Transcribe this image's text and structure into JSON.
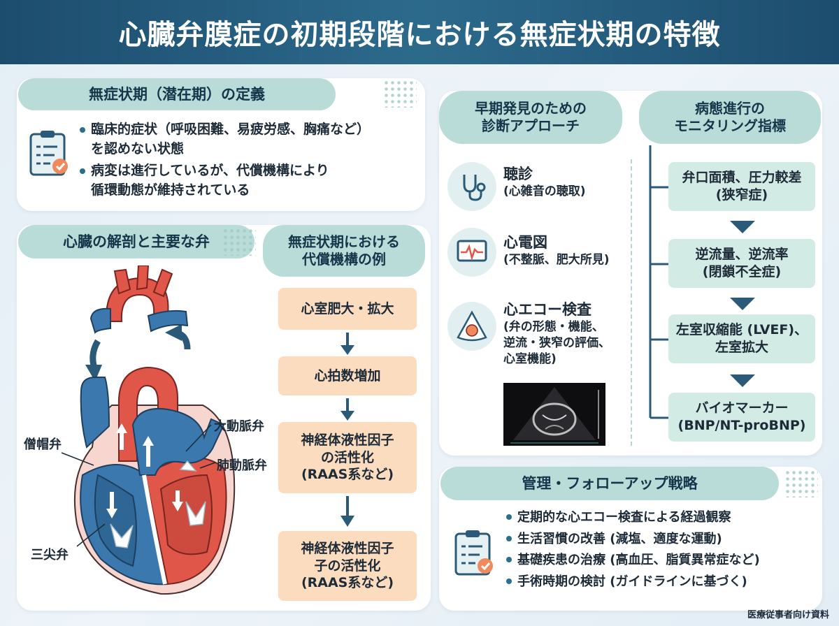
{
  "title": "心臓弁膜症の初期段階における無症状期の特徴",
  "definition": {
    "heading": "無症状期（潜在期）の定義",
    "icon": "clipboard-check-icon",
    "bullets": [
      {
        "line1": "臨床的症状（呼吸困難、易疲労感、胸痛など）",
        "line2": "を認めない状態"
      },
      {
        "line1": "病変は進行しているが、代償機構により",
        "line2": "循環動態が維持されている"
      }
    ]
  },
  "anatomy": {
    "heading": "心臓の解剖と主要な弁",
    "labels": {
      "mitral": "僧帽弁",
      "aortic": "大動脈弁",
      "pulmonary": "肺動脈弁",
      "tricuspid": "三尖弁"
    }
  },
  "compensation": {
    "heading_line1": "無症状期における",
    "heading_line2": "代償機構の例",
    "steps": [
      {
        "lines": [
          "心室肥大・拡大"
        ]
      },
      {
        "lines": [
          "心拍数増加"
        ]
      },
      {
        "lines": [
          "神経体液性因子",
          "の活性化",
          "(RAAS系など)"
        ]
      },
      {
        "lines": [
          "神経体液性因子",
          "子の活性化",
          "(RAAS系など)"
        ]
      }
    ]
  },
  "diagnosis": {
    "heading_line1": "早期発見のための",
    "heading_line2": "診断アプローチ",
    "items": [
      {
        "icon": "stethoscope-icon",
        "title": "聴診",
        "sub": [
          "(心雑音の聴取)"
        ]
      },
      {
        "icon": "ecg-monitor-icon",
        "title": "心電図",
        "sub": [
          "(不整脈、肥大所見)"
        ]
      },
      {
        "icon": "echo-probe-icon",
        "title": "心エコー検査",
        "sub": [
          "(弁の形態・機能、",
          "逆流・狭窄の評価、",
          "心室機能)"
        ]
      }
    ]
  },
  "monitoring": {
    "heading_line1": "病態進行の",
    "heading_line2": "モニタリング指標",
    "items": [
      {
        "lines": [
          "弁口面積、圧力較差",
          "(狭窄症)"
        ]
      },
      {
        "lines": [
          "逆流量、逆流率",
          "(閉鎖不全症)"
        ]
      },
      {
        "lines": [
          "左室収縮能 (LVEF)、",
          "左室拡大"
        ]
      },
      {
        "lines": [
          "バイオマーカー",
          "(BNP/NT-proBNP)"
        ]
      }
    ]
  },
  "management": {
    "heading": "管理・フォローアップ戦略",
    "icon": "clipboard-check-icon",
    "bullets": [
      "定期的な心エコー検査による経過観察",
      "生活習慣の改善 (減塩、適度な運動)",
      "基礎疾患の治療 (高血圧、脂質異常症など)",
      "手術時期の検討 (ガイドラインに基づく)"
    ]
  },
  "footer": "医療従事者向け資料",
  "colors": {
    "title_bg": "#1d4d6e",
    "pill": "#b9dcd9",
    "compensation_box": "#fbdcbf",
    "monitoring_box": "#d3ebe5",
    "heart_red": "#e0574a",
    "heart_blue": "#3a78ae",
    "arrow": "#2b5a78"
  }
}
